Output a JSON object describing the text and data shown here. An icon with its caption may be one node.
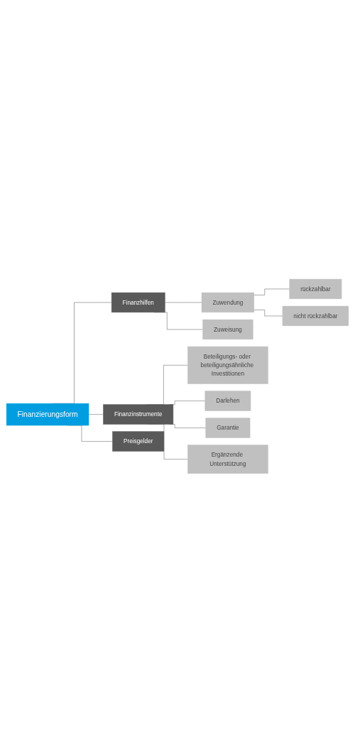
{
  "diagram": {
    "nodes": [
      {
        "text": [
          "Finanzierungsform"
        ]
      },
      {
        "text": [
          "Finanzhilfen"
        ]
      },
      {
        "text": [
          "Zuwendung"
        ]
      },
      {
        "text": [
          "Zuweisung"
        ]
      },
      {
        "text": [
          "rückzahlbar"
        ]
      },
      {
        "text": [
          "nicht rückzahlbar"
        ]
      },
      {
        "text": [
          "Finanzinstrumente"
        ]
      },
      {
        "text": [
          "Beteiligungs- oder beteiligungsähnliche Investitionen"
        ]
      },
      {
        "text": [
          "Darlehen"
        ]
      },
      {
        "text": [
          "Garantie"
        ]
      },
      {
        "text": [
          "Ergänzende Unterstützung"
        ]
      },
      {
        "text": [
          "Preisgelder"
        ]
      }
    ],
    "edges": [
      {
        "from": 0,
        "to": 1,
        "arrow": "none"
      },
      {
        "from": 1,
        "to": 2,
        "arrow": "none"
      },
      {
        "from": 1,
        "to": 3,
        "arrow": "none"
      },
      {
        "from": 2,
        "to": 4,
        "arrow": "none"
      },
      {
        "from": 2,
        "to": 5,
        "arrow": "none"
      },
      {
        "from": 0,
        "to": 6,
        "arrow": "none"
      },
      {
        "from": 6,
        "to": 7,
        "arrow": "none"
      },
      {
        "from": 6,
        "to": 8,
        "arrow": "none"
      },
      {
        "from": 6,
        "to": 9,
        "arrow": "none"
      },
      {
        "from": 6,
        "to": 10,
        "arrow": "none"
      },
      {
        "from": 0,
        "to": 11,
        "arrow": "none"
      }
    ]
  }
}
